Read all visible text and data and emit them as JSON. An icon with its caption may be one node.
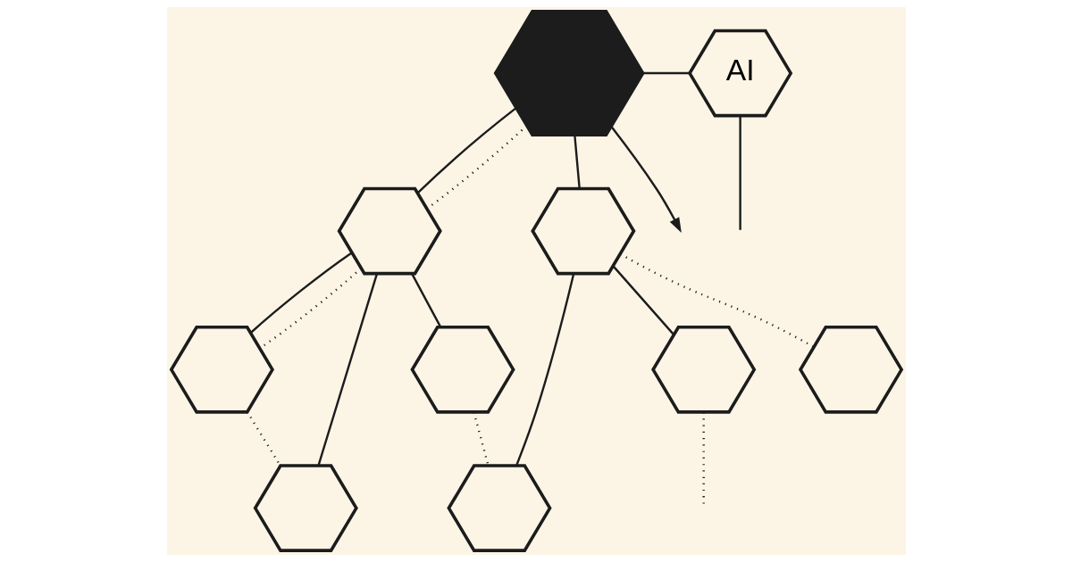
{
  "diagram": {
    "nodes": [
      {
        "text": [],
        "shape": "hexagon"
      },
      {
        "text": [
          "AI"
        ]
      },
      {
        "text": [],
        "shape": "hexagon"
      },
      {
        "text": [],
        "shape": "hexagon"
      },
      {
        "text": [],
        "shape": "hexagon"
      },
      {
        "text": [],
        "shape": "hexagon"
      },
      {
        "text": [],
        "shape": "hexagon"
      },
      {
        "text": [],
        "shape": "hexagon"
      },
      {
        "text": [],
        "shape": "hexagon"
      },
      {
        "text": [],
        "shape": "hexagon"
      }
    ],
    "edges": [
      {
        "from": 0,
        "to": 1,
        "arrow": "none"
      },
      {
        "from": 0,
        "to": 2,
        "arrow": "none"
      },
      {
        "from": 0,
        "to": 3,
        "arrow": "none"
      },
      {
        "from": 0,
        "to": 2,
        "arrow": "none",
        "style": "dashed"
      },
      {
        "from": 0,
        "to": null,
        "arrow": "to"
      },
      {
        "from": 1,
        "to": null,
        "arrow": "none"
      },
      {
        "from": 2,
        "to": 4,
        "arrow": "none"
      },
      {
        "from": 2,
        "to": 5,
        "arrow": "none"
      },
      {
        "from": 2,
        "to": 6,
        "arrow": "none"
      },
      {
        "from": 2,
        "to": 4,
        "arrow": "none",
        "style": "dashed"
      },
      {
        "from": 3,
        "to": 7,
        "arrow": "none"
      },
      {
        "from": 3,
        "to": 8,
        "arrow": "none"
      },
      {
        "from": 3,
        "to": 9,
        "arrow": "none",
        "style": "dashed"
      },
      {
        "from": 4,
        "to": 5,
        "arrow": "none",
        "style": "dashed"
      },
      {
        "from": 6,
        "to": 7,
        "arrow": "none",
        "style": "dashed"
      },
      {
        "from": 8,
        "to": null,
        "arrow": "none",
        "style": "dashed"
      }
    ]
  }
}
